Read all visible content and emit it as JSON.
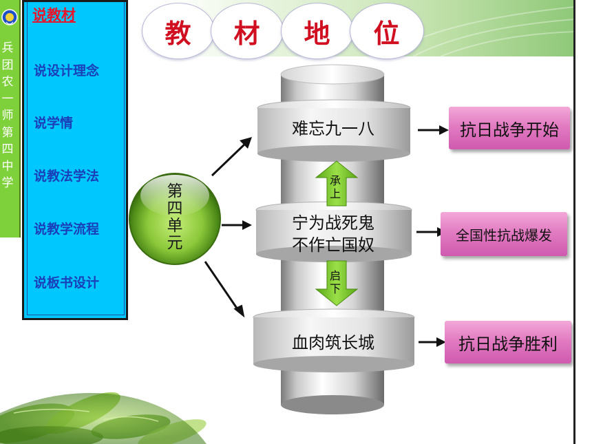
{
  "school": {
    "name_chars": [
      "兵",
      "团",
      "农",
      "一",
      "师",
      "第",
      "四",
      "中",
      "学"
    ]
  },
  "nav": {
    "items": [
      {
        "label": "说教材",
        "active": true
      },
      {
        "label": "说设计理念"
      },
      {
        "label": "说学情"
      },
      {
        "label": "说教法学法"
      },
      {
        "label": "说教学流程"
      },
      {
        "label": "说板书设计"
      }
    ]
  },
  "title": {
    "chars": [
      "教",
      "材",
      "地",
      "位"
    ]
  },
  "unit": {
    "label_chars": [
      "第",
      "四",
      "单",
      "元"
    ]
  },
  "column": {
    "top_label": "难忘九一八",
    "mid_label_line1": "宁为战死鬼",
    "mid_label_line2": "不作亡国奴",
    "bottom_label": "血肉筑长城"
  },
  "connectors": {
    "up_label": [
      "承",
      "上"
    ],
    "down_label": [
      "启",
      "下"
    ]
  },
  "outcomes": {
    "top": "抗日战争开始",
    "mid": "全国性抗战爆发",
    "bottom": "抗日战争胜利"
  },
  "colors": {
    "strip_green": "#7fd13b",
    "nav_bg": "#00c8ff",
    "nav_text": "#1a3fb8",
    "nav_active": "#e8162a",
    "title_red": "#d01020",
    "pink": "#e27cc2",
    "arrow_green": "#7ec72c"
  }
}
